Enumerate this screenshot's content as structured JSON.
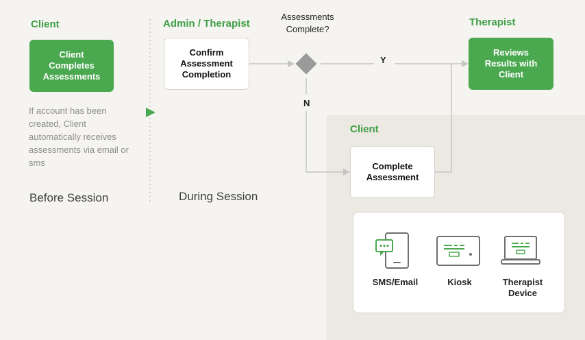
{
  "lanes": {
    "client_left": "Client",
    "admin_therapist": "Admin / Therapist",
    "therapist": "Therapist",
    "client_panel": "Client"
  },
  "boxes": {
    "client_completes": "Client Completes Assessments",
    "confirm": "Confirm Assessment Completion",
    "reviews": "Reviews Results with Client",
    "complete": "Complete Assessment"
  },
  "decision": {
    "question": "Assessments Complete?",
    "yes": "Y",
    "no": "N"
  },
  "note": "If account has been created, Client automatically receives assessments via email or sms",
  "phases": {
    "before": "Before Session",
    "during": "During Session"
  },
  "devices": [
    {
      "label": "SMS/Email",
      "icon": "phone-chat-icon"
    },
    {
      "label": "Kiosk",
      "icon": "kiosk-icon"
    },
    {
      "label": "Therapist Device",
      "icon": "laptop-icon"
    }
  ],
  "colors": {
    "green": "#4aa84f",
    "background": "#f5f4f1",
    "panel": "#ece8e2",
    "connector": "#c4c4c4",
    "diamond": "#9a9a9a"
  }
}
